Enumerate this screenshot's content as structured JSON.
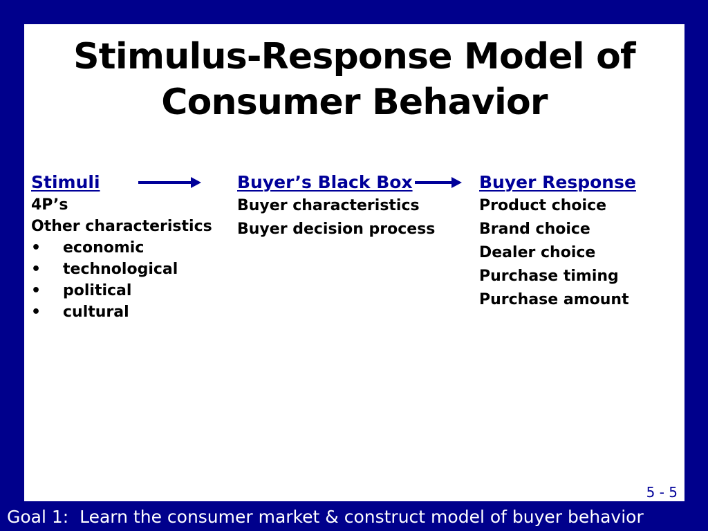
{
  "slide": {
    "title": {
      "line1": "Stimulus-Response Model of",
      "line2": "Consumer Behavior"
    },
    "page_number": "5 - 5",
    "footer": "Goal 1:  Learn the consumer market & construct model of buyer behavior"
  },
  "model": {
    "stimuli": {
      "heading": "Stimuli",
      "items": [
        "4P’s",
        "Other characteristics"
      ],
      "bullet": "•",
      "sub_items": [
        "economic",
        "technological",
        "political",
        "cultural"
      ]
    },
    "black_box": {
      "heading": "Buyer’s Black Box",
      "items": [
        "Buyer characteristics",
        "Buyer decision process"
      ]
    },
    "response": {
      "heading": "Buyer Response",
      "items": [
        "Product choice",
        "Brand choice",
        "Dealer choice",
        "Purchase timing",
        "Purchase amount"
      ]
    }
  },
  "icons": {
    "flow_arrow": "right-arrow-icon"
  },
  "colors": {
    "frame_blue": "#00008c",
    "panel_white": "#ffffff",
    "title_text": "#000000",
    "body_text": "#000000",
    "heading_blue": "#000099",
    "arrow_blue": "#000099",
    "page_number_blue": "#000099",
    "footer_text": "#ffffff"
  }
}
